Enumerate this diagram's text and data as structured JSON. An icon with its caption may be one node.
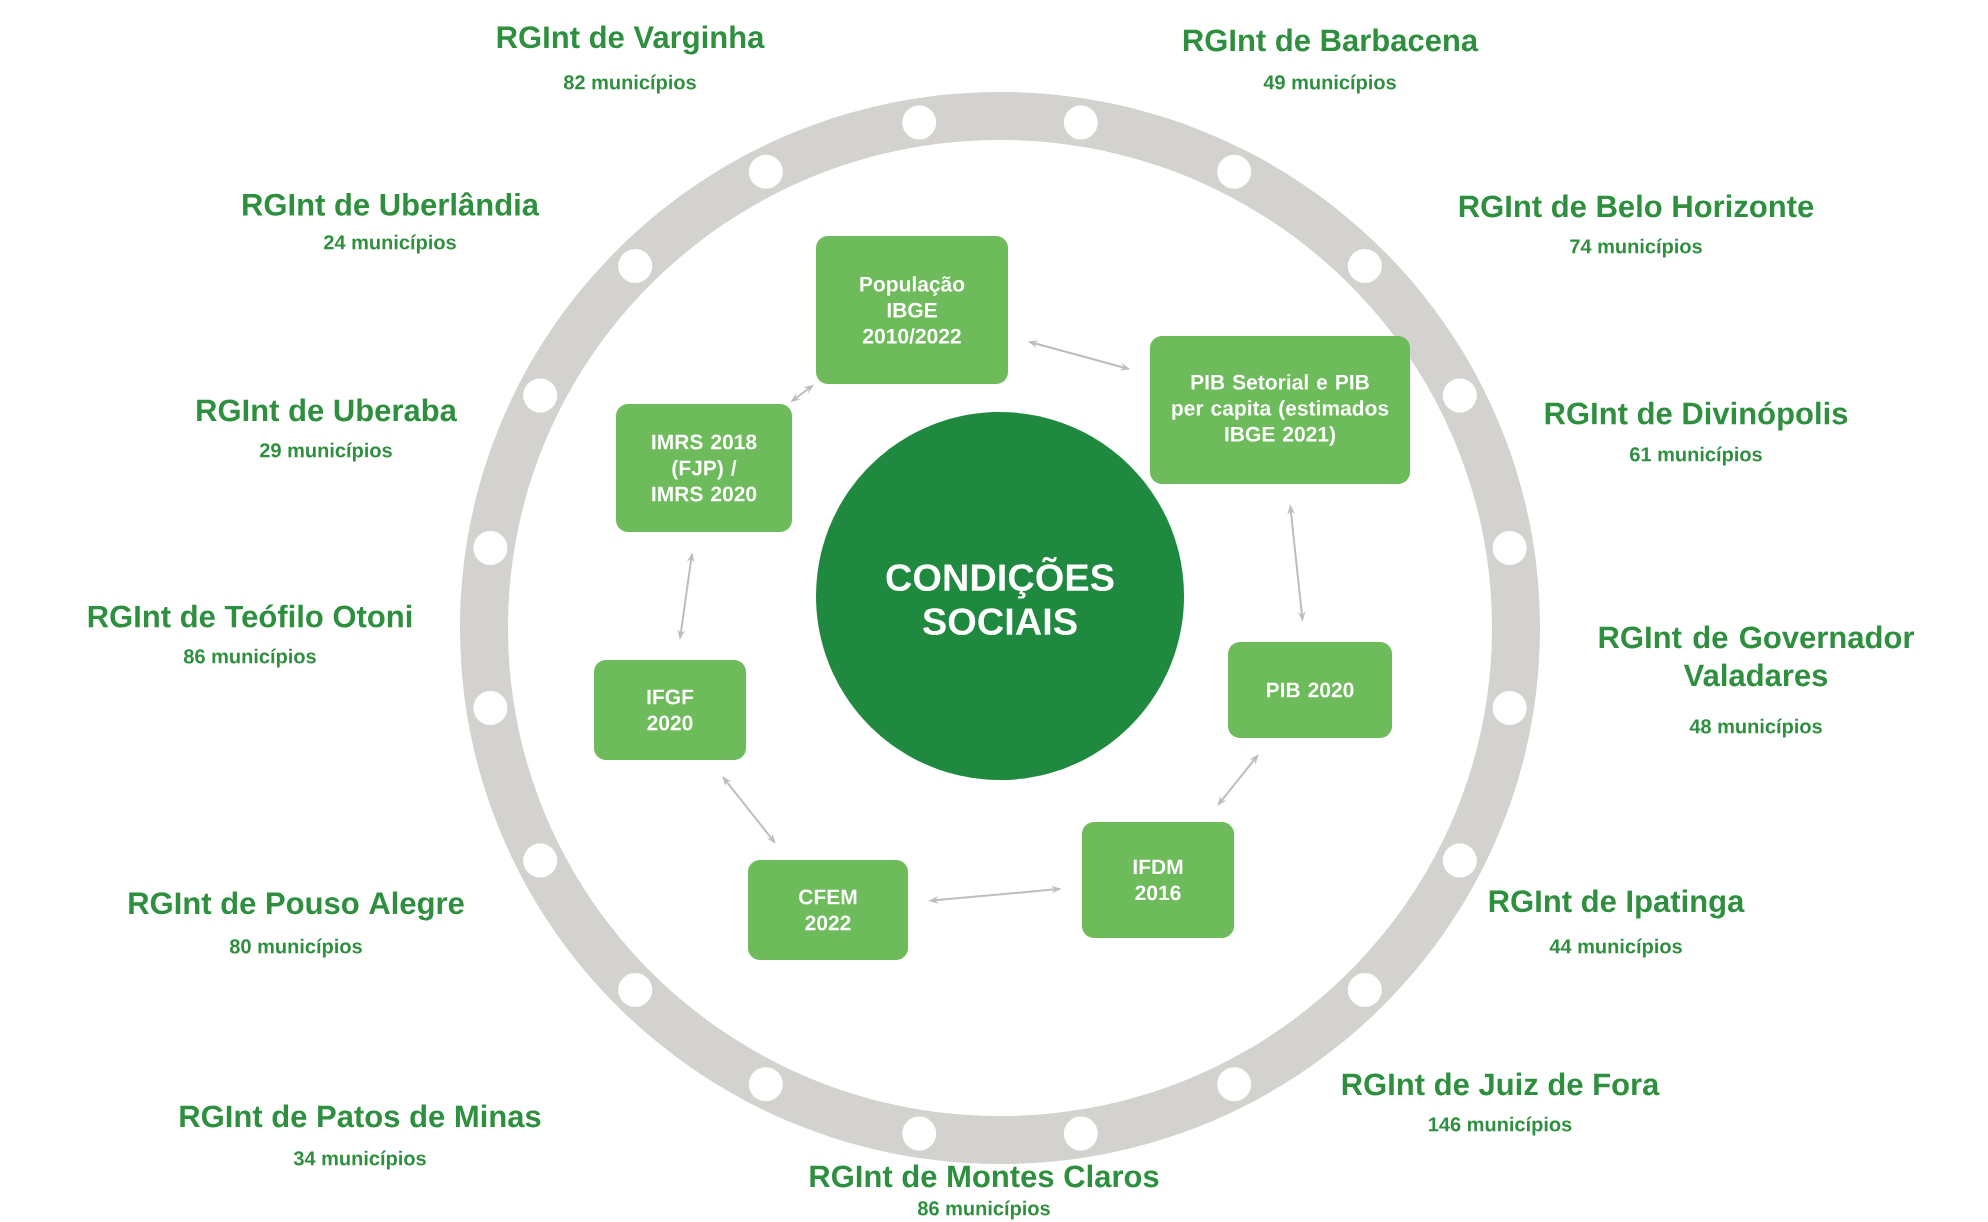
{
  "diagram": {
    "nodes": [
      {
        "text": [
          "CONDIÇÕES SOCIAIS"
        ]
      },
      {
        "text": [
          "População IBGE 2010/2022"
        ]
      },
      {
        "text": [
          "PIB Setorial e PIB per capita (estimados IBGE 2021)"
        ]
      },
      {
        "text": [
          "PIB 2020"
        ]
      },
      {
        "text": [
          "IFDM 2016"
        ]
      },
      {
        "text": [
          "CFEM 2022"
        ]
      },
      {
        "text": [
          "IFGF 2020"
        ]
      },
      {
        "text": [
          "IMRS 2018 (FJP) / IMRS 2020"
        ]
      }
    ],
    "edges": [
      {
        "from": 1,
        "to": 2,
        "arrow": "both"
      },
      {
        "from": 2,
        "to": 3,
        "arrow": "both"
      },
      {
        "from": 3,
        "to": 4,
        "arrow": "both"
      },
      {
        "from": 4,
        "to": 5,
        "arrow": "both"
      },
      {
        "from": 5,
        "to": 6,
        "arrow": "both"
      },
      {
        "from": 6,
        "to": 7,
        "arrow": "both"
      },
      {
        "from": 7,
        "to": 1,
        "arrow": "both"
      }
    ],
    "labels": [
      "RGInt de Varginha",
      "82 municípios",
      "RGInt de Barbacena",
      "49 municípios",
      "RGInt de Uberlândia",
      "24 municípios",
      "RGInt de Belo Horizonte",
      "74 municípios",
      "RGInt de Uberaba",
      "29 municípios",
      "RGInt de Divinópolis",
      "61 municípios",
      "RGInt de Teófilo Otoni",
      "86 municípios",
      "RGInt de Governador Valadares",
      "48 municípios",
      "RGInt de Pouso Alegre",
      "80 municípios",
      "RGInt de Ipatinga",
      "44 municípios",
      "RGInt de Patos de Minas",
      "34 municípios",
      "RGInt de Juiz de Fora",
      "146 municípios",
      "RGInt de Montes Claros",
      "86 municípios"
    ]
  }
}
